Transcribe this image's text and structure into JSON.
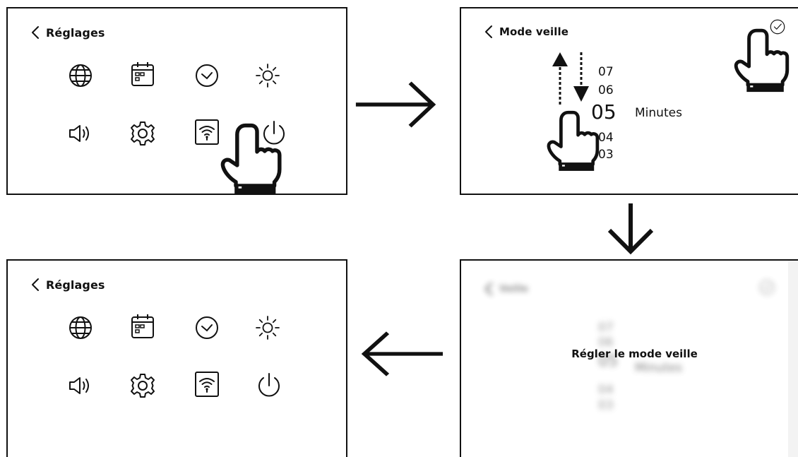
{
  "panel1": {
    "back_label": "Réglages"
  },
  "panel2": {
    "back_label": "Mode veille",
    "values": [
      "07",
      "06",
      "05",
      "04",
      "03"
    ],
    "unit": "Minutes"
  },
  "panel3": {
    "back_label": "Veille",
    "message": "Régler le mode veille",
    "values": [
      "07",
      "06",
      "05",
      "04",
      "03"
    ],
    "unit": "Minutes"
  },
  "panel4": {
    "back_label": "Réglages"
  },
  "icons": [
    "globe-icon",
    "calendar-icon",
    "clock-icon",
    "brightness-icon",
    "volume-icon",
    "gear-icon",
    "wifi-icon",
    "power-icon"
  ]
}
